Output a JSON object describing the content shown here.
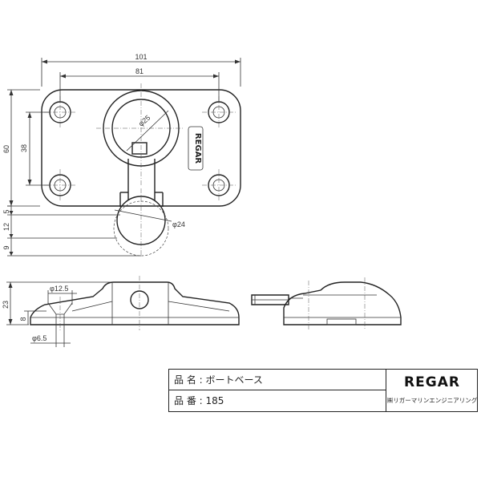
{
  "drawing": {
    "dims": {
      "overall_width": "101",
      "hole_pitch": "81",
      "overall_height": "60",
      "hole_vertical_pitch": "38",
      "ring_dia": "φ25",
      "pipe_dia": "φ24",
      "dim_5": "5",
      "dim_12": "12",
      "dim_9": "9",
      "side_height": "23",
      "side_8": "8",
      "countersink_dia": "φ12.5",
      "hole_dia": "φ6.5"
    },
    "stamp": "REGAR"
  },
  "title_block": {
    "product_name_label": "品 名 : ボートベース",
    "product_number_label": "品 番 : 185",
    "logo": "REGAR",
    "company": "㈱リガーマリンエンジニアリング"
  }
}
